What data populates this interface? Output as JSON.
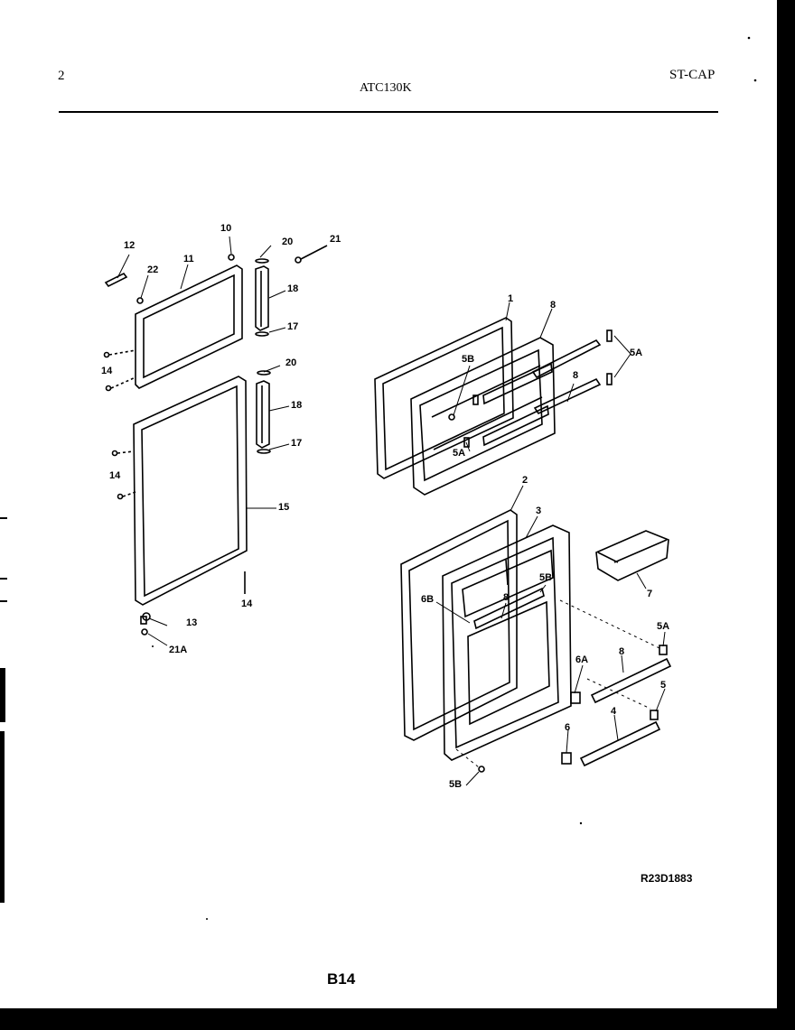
{
  "header": {
    "page_number": "2",
    "model": "ATC130K",
    "section_code": "ST-CAP"
  },
  "callouts": {
    "c12": "12",
    "c22": "22",
    "c11": "11",
    "c10": "10",
    "c20a": "20",
    "c21": "21",
    "c18a": "18",
    "c17a": "17",
    "c14a": "14",
    "c20b": "20",
    "c18b": "18",
    "c17b": "17",
    "c14b": "14",
    "c15": "15",
    "c14c": "14",
    "c13": "13",
    "c21A": "21A",
    "c1": "1",
    "c8a": "8",
    "c5Aa": "5A",
    "c5Ba": "5B",
    "c5Ab": "5A",
    "c8b": "8",
    "c2": "2",
    "c3": "3",
    "c7": "7",
    "c5Bb": "5B",
    "c6B": "6B",
    "c8c": "8",
    "c5Ac": "5A",
    "c6A": "6A",
    "c8d": "8",
    "c5": "5",
    "c4": "4",
    "c6": "6",
    "c5Bc": "5B"
  },
  "footer": {
    "drawing_ref": "R23D1883",
    "page_code": "B14"
  }
}
